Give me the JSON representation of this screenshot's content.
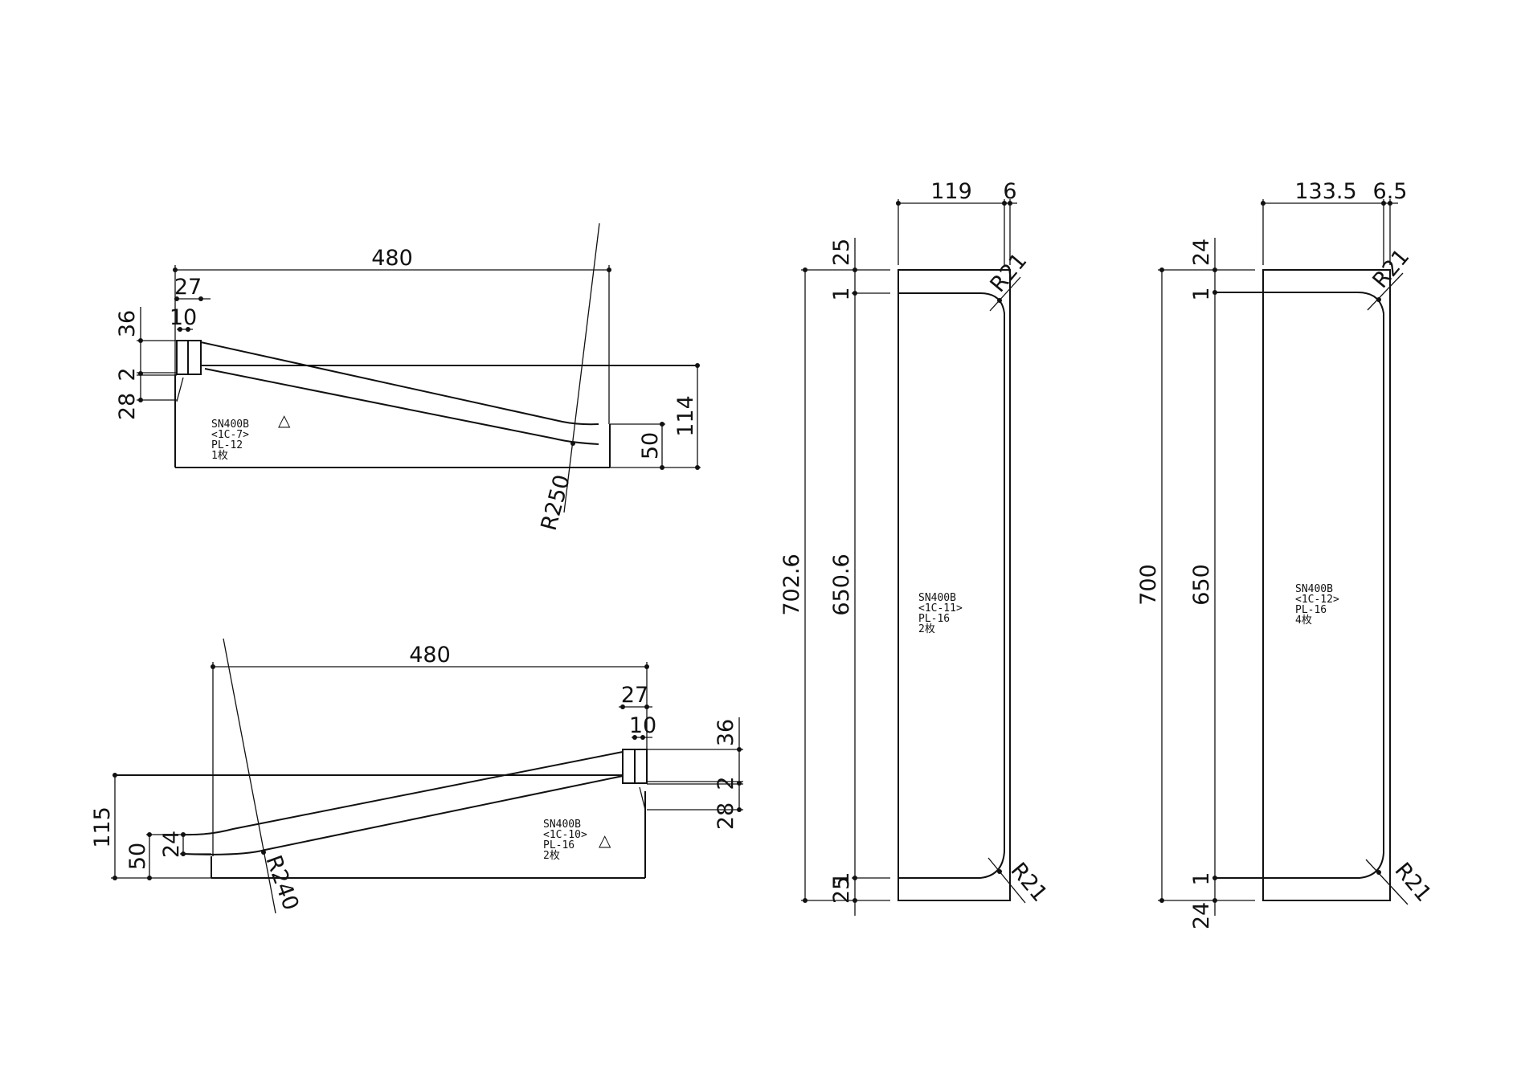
{
  "drawings": {
    "part1": {
      "dims": {
        "length": "480",
        "flange_w": "27",
        "flange_t": "10",
        "top": "36",
        "gap": "2",
        "bottom": "28",
        "height": "114",
        "end_h": "50",
        "radius": "R250"
      },
      "note": {
        "material": "SN400B",
        "mark": "<1C-7>",
        "plate": "PL-12",
        "qty": "1枚"
      },
      "weld_symbol": "△"
    },
    "part2": {
      "dims": {
        "length": "480",
        "flange_w": "27",
        "flange_t": "10",
        "top": "36",
        "gap": "2",
        "bottom": "28",
        "height": "115",
        "end_h": "50",
        "end_inner": "24",
        "radius": "R240"
      },
      "note": {
        "material": "SN400B",
        "mark": "<1C-10>",
        "plate": "PL-16",
        "qty": "2枚"
      },
      "weld_symbol": "△"
    },
    "part3": {
      "dims": {
        "width": "119",
        "edge": "6",
        "top": "25",
        "top_small": "1",
        "overall": "702.6",
        "inner": "650.6",
        "bottom": "25",
        "bottom_small": "1",
        "radius_top": "R21",
        "radius_bottom": "R21"
      },
      "note": {
        "material": "SN400B",
        "mark": "<1C-11>",
        "plate": "PL-16",
        "qty": "2枚"
      }
    },
    "part4": {
      "dims": {
        "width": "133.5",
        "edge": "6.5",
        "top": "24",
        "top_small": "1",
        "overall": "700",
        "inner": "650",
        "bottom": "24",
        "bottom_small": "1",
        "radius_top": "R21",
        "radius_bottom": "R21"
      },
      "note": {
        "material": "SN400B",
        "mark": "<1C-12>",
        "plate": "PL-16",
        "qty": "4枚"
      }
    }
  }
}
